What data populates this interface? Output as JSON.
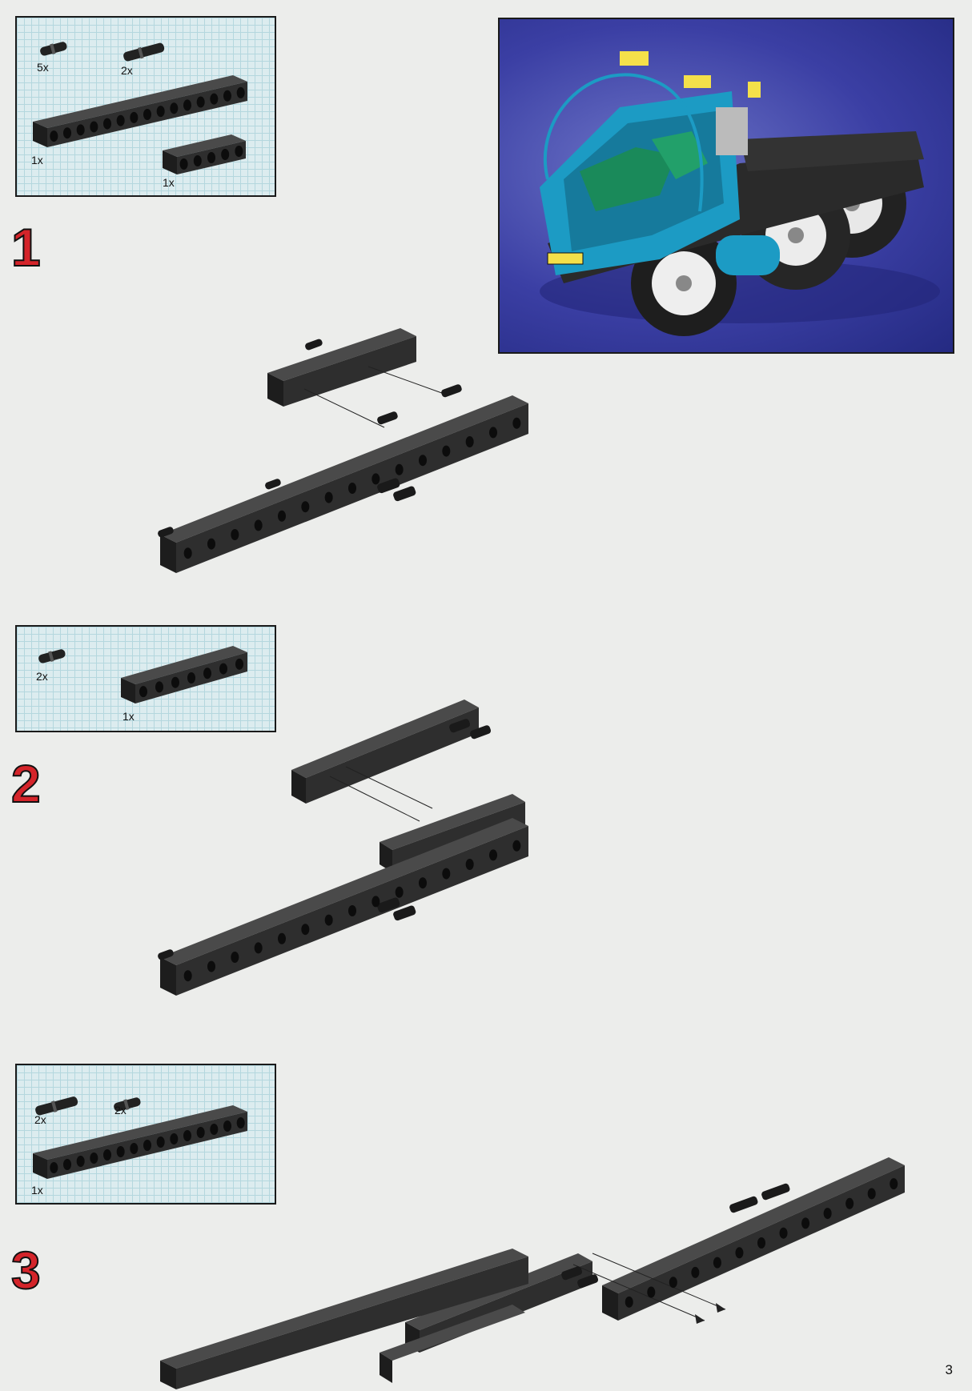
{
  "page": {
    "number": "3"
  },
  "steps": [
    {
      "number": "1",
      "parts": [
        {
          "name": "short-pin",
          "qty": "5x"
        },
        {
          "name": "long-pin",
          "qty": "2x"
        },
        {
          "name": "beam-16",
          "qty": "1x"
        },
        {
          "name": "beam-6",
          "qty": "1x"
        }
      ]
    },
    {
      "number": "2",
      "parts": [
        {
          "name": "short-pin",
          "qty": "2x"
        },
        {
          "name": "beam-8",
          "qty": "1x"
        }
      ]
    },
    {
      "number": "3",
      "parts": [
        {
          "name": "long-pin",
          "qty": "2x"
        },
        {
          "name": "short-pin",
          "qty": "2x"
        },
        {
          "name": "beam-16",
          "qty": "1x"
        }
      ]
    }
  ],
  "colors": {
    "beam": "#2e2e2e",
    "beam_top": "#4a4a4a",
    "step_number": "#d4242a",
    "grid_bg": "#dcecef",
    "photo_bg": "#3b3fa4",
    "model_blue": "#1c9bc4",
    "model_green": "#1a8a5a",
    "model_yellow": "#f4e04a"
  }
}
